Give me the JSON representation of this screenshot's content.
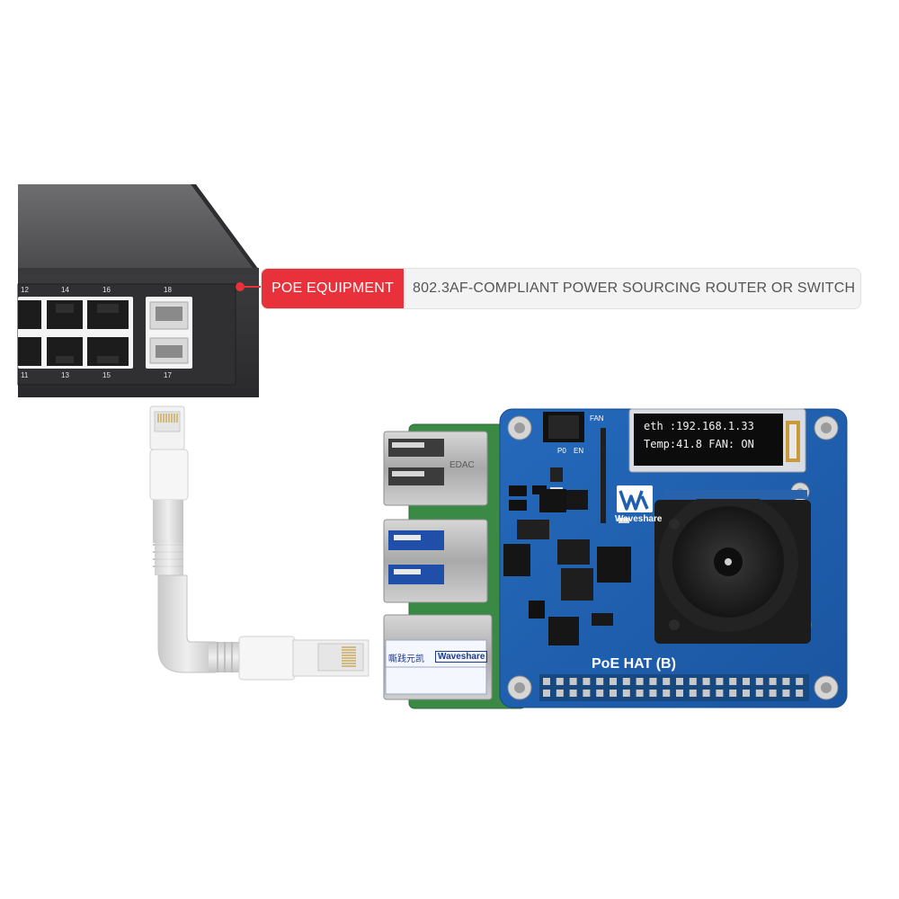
{
  "callout": {
    "tag_label": "POE EQUIPMENT",
    "description": "802.3AF-COMPLIANT POWER SOURCING ROUTER OR SWITCH",
    "accent_color": "#e8313a"
  },
  "switch": {
    "port_numbers_top": [
      "12",
      "14",
      "16",
      "18"
    ],
    "port_numbers_bottom": [
      "11",
      "13",
      "15",
      "17"
    ]
  },
  "hat": {
    "oled_line1": "eth :192.168.1.33",
    "oled_line2": "Temp:41.8  FAN: ON",
    "title": "PoE HAT (B)",
    "brand": "Waveshare",
    "fan_label": "FAN",
    "pin_labels": [
      "P0",
      "EN"
    ],
    "board_color": "#1e5fb0"
  },
  "raspberry_pi": {
    "usb_label": "EDAC",
    "ethernet_sticker": [
      "嘶践元凯",
      "Waveshare"
    ]
  }
}
